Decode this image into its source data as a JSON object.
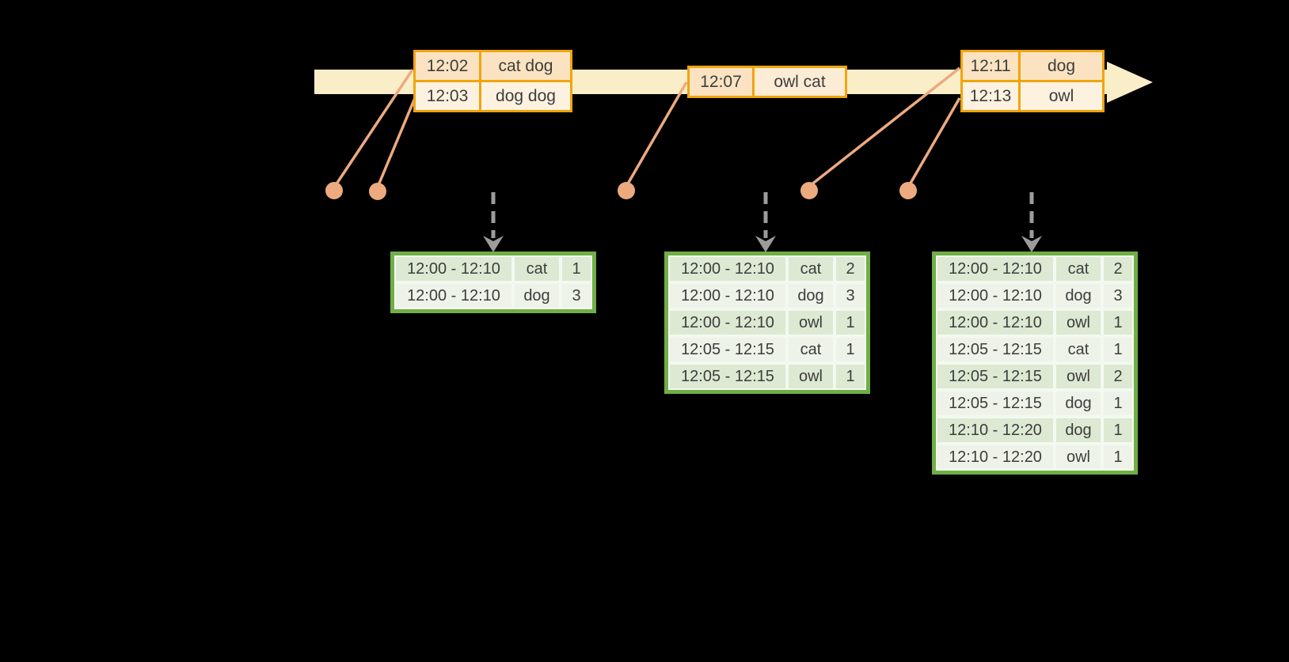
{
  "palette": {
    "bg": "#000000",
    "timeline_fill": "#faeec8",
    "event_border": "#f0a40d",
    "event_row_dark": "#fbe3c1",
    "event_row_mid": "#fcecd6",
    "event_row_light": "#fdf2df",
    "connector": "#edaa7f",
    "dashed_arrow": "#9c9c9c",
    "table_border": "#70ae47",
    "table_row_dark": "#dde9d3",
    "table_row_light": "#eef3e9",
    "text": "#3d3d3d"
  },
  "timeline": {
    "events": [
      {
        "time": "12:02",
        "words": "cat dog"
      },
      {
        "time": "12:03",
        "words": "dog dog"
      },
      {
        "time": "12:07",
        "words": "owl cat"
      },
      {
        "time": "12:11",
        "words": "dog"
      },
      {
        "time": "12:13",
        "words": "owl"
      }
    ]
  },
  "result_tables": [
    {
      "name": "result-table-1",
      "rows": [
        [
          "12:00 - 12:10",
          "cat",
          "1"
        ],
        [
          "12:00 - 12:10",
          "dog",
          "3"
        ]
      ]
    },
    {
      "name": "result-table-2",
      "rows": [
        [
          "12:00 - 12:10",
          "cat",
          "2"
        ],
        [
          "12:00 - 12:10",
          "dog",
          "3"
        ],
        [
          "12:00 - 12:10",
          "owl",
          "1"
        ],
        [
          "12:05 - 12:15",
          "cat",
          "1"
        ],
        [
          "12:05 - 12:15",
          "owl",
          "1"
        ]
      ]
    },
    {
      "name": "result-table-3",
      "rows": [
        [
          "12:00 - 12:10",
          "cat",
          "2"
        ],
        [
          "12:00 - 12:10",
          "dog",
          "3"
        ],
        [
          "12:00 - 12:10",
          "owl",
          "1"
        ],
        [
          "12:05 - 12:15",
          "cat",
          "1"
        ],
        [
          "12:05 - 12:15",
          "owl",
          "2"
        ],
        [
          "12:05 - 12:15",
          "dog",
          "1"
        ],
        [
          "12:10 - 12:20",
          "dog",
          "1"
        ],
        [
          "12:10 - 12:20",
          "owl",
          "1"
        ]
      ]
    }
  ]
}
